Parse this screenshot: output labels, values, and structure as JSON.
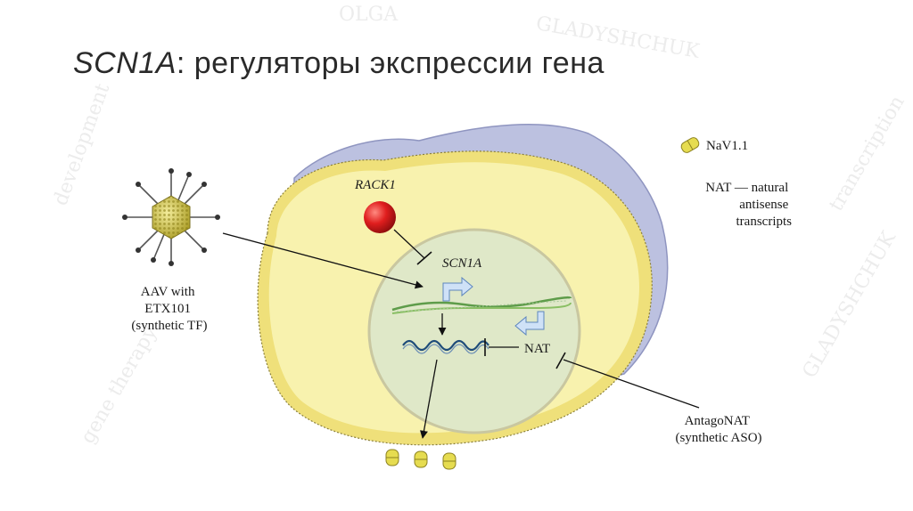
{
  "title": {
    "gene": "SCN1A",
    "rest": ": регуляторы экспрессии гена"
  },
  "diagram": {
    "rack1": "RACK1",
    "scn1a": "SCN1A",
    "nat": "NAT",
    "aav_label_lines": [
      "AAV with",
      "ETX101",
      "(synthetic TF)"
    ],
    "antagonat_lines": [
      "AntagoNAT",
      "(synthetic ASO)"
    ],
    "legend": {
      "nav": "NaV1.1",
      "nat_lines": [
        "NAT — natural",
        "antisense",
        "transcripts"
      ]
    }
  },
  "colors": {
    "cytoplasm": "#f7f0a6",
    "membrane": "#e6d36a",
    "nucleus": "#dde7c6",
    "extracellular": "#b9bedf",
    "rack1": "#d8191c",
    "virus": "#c9bd3a"
  }
}
